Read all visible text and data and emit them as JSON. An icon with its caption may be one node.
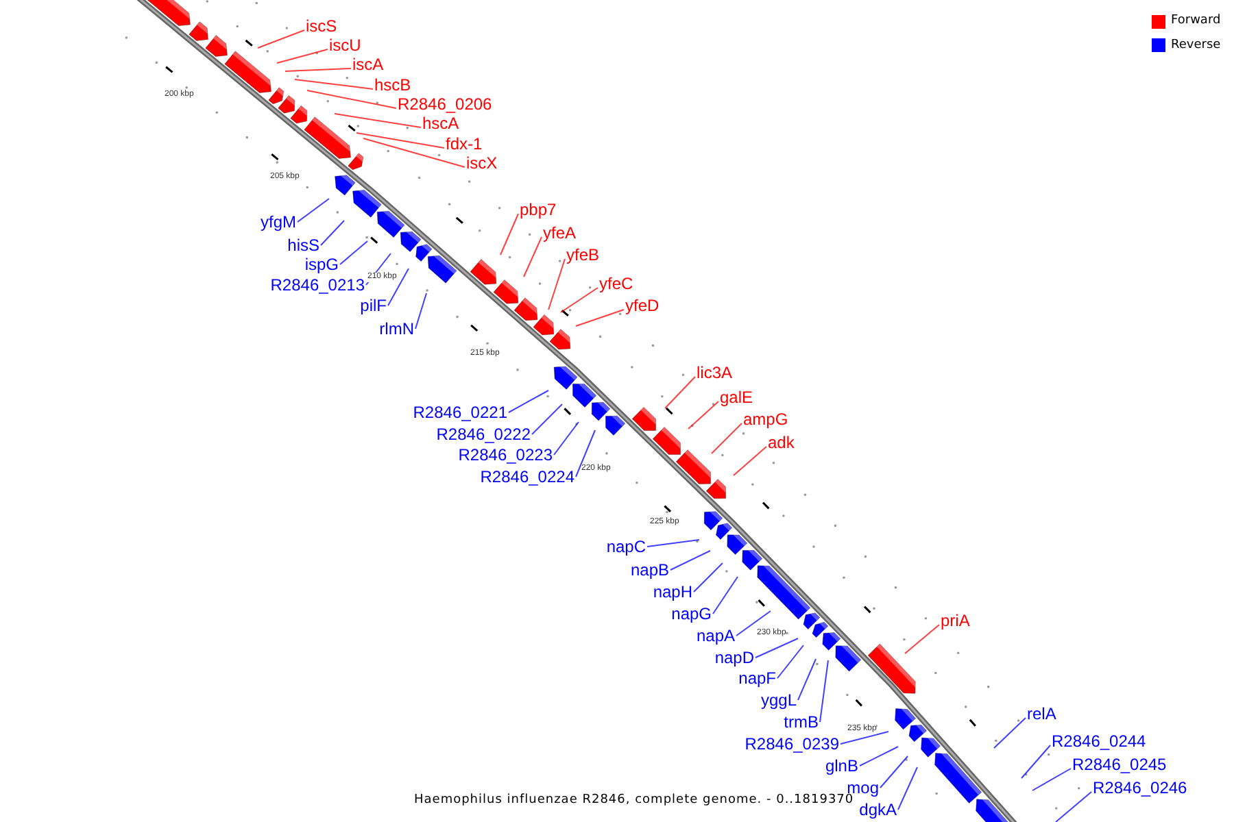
{
  "diagram": {
    "caption": "Haemophilus influenzae R2846, complete genome. - 0..1819370",
    "nodes": [
      {
        "text": [
          "iscS"
        ]
      },
      {
        "text": [
          "iscU"
        ]
      },
      {
        "text": [
          "iscA"
        ]
      },
      {
        "text": [
          "hscB"
        ]
      },
      {
        "text": [
          "R2846_0206"
        ]
      },
      {
        "text": [
          "hscA"
        ]
      },
      {
        "text": [
          "fdx-1"
        ]
      },
      {
        "text": [
          "iscX"
        ]
      },
      {
        "text": [
          "yfgM"
        ]
      },
      {
        "text": [
          "hisS"
        ]
      },
      {
        "text": [
          "ispG"
        ]
      },
      {
        "text": [
          "R2846_0213"
        ]
      },
      {
        "text": [
          "pilF"
        ]
      },
      {
        "text": [
          "rlmN"
        ]
      },
      {
        "text": [
          "pbp7"
        ]
      },
      {
        "text": [
          "yfeA"
        ]
      },
      {
        "text": [
          "yfeB"
        ]
      },
      {
        "text": [
          "yfeC"
        ]
      },
      {
        "text": [
          "yfeD"
        ]
      },
      {
        "text": [
          "R2846_0221"
        ]
      },
      {
        "text": [
          "R2846_0222"
        ]
      },
      {
        "text": [
          "R2846_0223"
        ]
      },
      {
        "text": [
          "R2846_0224"
        ]
      },
      {
        "text": [
          "lic3A"
        ]
      },
      {
        "text": [
          "galE"
        ]
      },
      {
        "text": [
          "ampG"
        ]
      },
      {
        "text": [
          "adk"
        ]
      },
      {
        "text": [
          "napC"
        ]
      },
      {
        "text": [
          "napB"
        ]
      },
      {
        "text": [
          "napH"
        ]
      },
      {
        "text": [
          "napG"
        ]
      },
      {
        "text": [
          "napA"
        ]
      },
      {
        "text": [
          "napD"
        ]
      },
      {
        "text": [
          "napF"
        ]
      },
      {
        "text": [
          "yggL"
        ]
      },
      {
        "text": [
          "trmB"
        ]
      },
      {
        "text": [
          "priA"
        ]
      },
      {
        "text": [
          "R2846_0239"
        ]
      },
      {
        "text": [
          "glnB"
        ]
      },
      {
        "text": [
          "mog"
        ]
      },
      {
        "text": [
          "dgkA"
        ]
      },
      {
        "text": [
          "relA"
        ]
      },
      {
        "text": [
          "R2846_0244"
        ]
      },
      {
        "text": [
          "R2846_0245"
        ]
      },
      {
        "text": [
          "R2846_0246"
        ]
      }
    ],
    "edges": [
      {
        "from": 0,
        "to": null,
        "arrow": "none",
        "color": "#ff0000"
      },
      {
        "from": 1,
        "to": null,
        "arrow": "none",
        "color": "#ff0000"
      },
      {
        "from": 2,
        "to": null,
        "arrow": "none",
        "color": "#ff0000"
      },
      {
        "from": 3,
        "to": null,
        "arrow": "none",
        "color": "#ff0000"
      },
      {
        "from": 4,
        "to": null,
        "arrow": "none",
        "color": "#ff0000"
      },
      {
        "from": 5,
        "to": null,
        "arrow": "none",
        "color": "#ff0000"
      },
      {
        "from": 6,
        "to": null,
        "arrow": "none",
        "color": "#ff0000"
      },
      {
        "from": 7,
        "to": null,
        "arrow": "none",
        "color": "#ff0000"
      },
      {
        "from": 8,
        "to": null,
        "arrow": "none"
      },
      {
        "from": 9,
        "to": null,
        "arrow": "none"
      },
      {
        "from": 10,
        "to": null,
        "arrow": "none"
      },
      {
        "from": 11,
        "to": null,
        "arrow": "none"
      },
      {
        "from": 12,
        "to": null,
        "arrow": "none"
      },
      {
        "from": 13,
        "to": null,
        "arrow": "none"
      },
      {
        "from": 14,
        "to": null,
        "arrow": "none",
        "color": "#ff0000"
      },
      {
        "from": 15,
        "to": null,
        "arrow": "none",
        "color": "#ff0000"
      },
      {
        "from": 16,
        "to": null,
        "arrow": "none",
        "color": "#ff0000"
      },
      {
        "from": 17,
        "to": null,
        "arrow": "none",
        "color": "#ff0000"
      },
      {
        "from": 18,
        "to": null,
        "arrow": "none",
        "color": "#ff0000"
      },
      {
        "from": 19,
        "to": null,
        "arrow": "none"
      },
      {
        "from": 20,
        "to": null,
        "arrow": "none"
      },
      {
        "from": 21,
        "to": null,
        "arrow": "none"
      },
      {
        "from": 22,
        "to": null,
        "arrow": "none"
      },
      {
        "from": 23,
        "to": null,
        "arrow": "none",
        "color": "#ff0000"
      },
      {
        "from": 24,
        "to": null,
        "arrow": "none",
        "color": "#ff0000"
      },
      {
        "from": 25,
        "to": null,
        "arrow": "none",
        "color": "#ff0000"
      },
      {
        "from": 26,
        "to": null,
        "arrow": "none",
        "color": "#ff0000"
      },
      {
        "from": 27,
        "to": null,
        "arrow": "none"
      },
      {
        "from": 28,
        "to": null,
        "arrow": "none"
      },
      {
        "from": 29,
        "to": null,
        "arrow": "none"
      },
      {
        "from": 30,
        "to": null,
        "arrow": "none"
      },
      {
        "from": 31,
        "to": null,
        "arrow": "none"
      },
      {
        "from": 32,
        "to": null,
        "arrow": "none"
      },
      {
        "from": 33,
        "to": null,
        "arrow": "none"
      },
      {
        "from": 34,
        "to": null,
        "arrow": "none"
      },
      {
        "from": 35,
        "to": null,
        "arrow": "none"
      },
      {
        "from": 36,
        "to": null,
        "arrow": "none",
        "color": "#ff0000"
      },
      {
        "from": 37,
        "to": null,
        "arrow": "none"
      },
      {
        "from": 38,
        "to": null,
        "arrow": "none"
      },
      {
        "from": 39,
        "to": null,
        "arrow": "none"
      },
      {
        "from": 40,
        "to": null,
        "arrow": "none"
      },
      {
        "from": 41,
        "to": null,
        "arrow": "none"
      },
      {
        "from": 42,
        "to": null,
        "arrow": "none"
      },
      {
        "from": 43,
        "to": null,
        "arrow": "none"
      },
      {
        "from": 44,
        "to": null,
        "arrow": "none"
      }
    ],
    "labels": [
      "200 kbp",
      "205 kbp",
      "210 kbp",
      "215 kbp",
      "220 kbp",
      "225 kbp",
      "230 kbp",
      "235 kbp"
    ],
    "legend": [
      {
        "text": "Forward",
        "color": "#ff0000"
      },
      {
        "text": "Reverse",
        "color": "#0000ff"
      }
    ]
  }
}
